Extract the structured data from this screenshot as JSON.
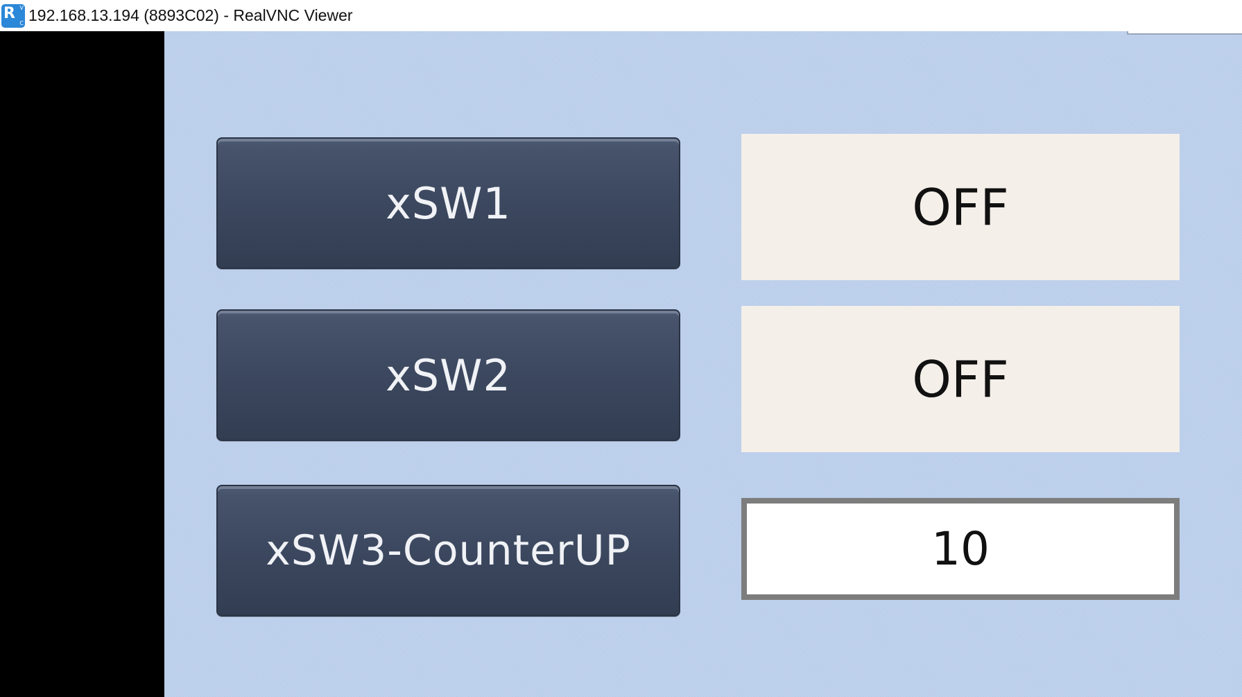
{
  "window": {
    "title": "192.168.13.194 (8893C02) - RealVNC Viewer",
    "icon": "realvnc-logo-icon"
  },
  "hmi": {
    "buttons": [
      {
        "label": "xSW1"
      },
      {
        "label": "xSW2"
      },
      {
        "label": "xSW3-CounterUP"
      }
    ],
    "status": [
      {
        "value": "OFF"
      },
      {
        "value": "OFF"
      }
    ],
    "counter": {
      "value": "10"
    },
    "colors": {
      "background": "#bdd0ec",
      "button": "#3d4960",
      "lamp_off": "#f4efe9",
      "counter_border": "#7d7d7d"
    }
  }
}
